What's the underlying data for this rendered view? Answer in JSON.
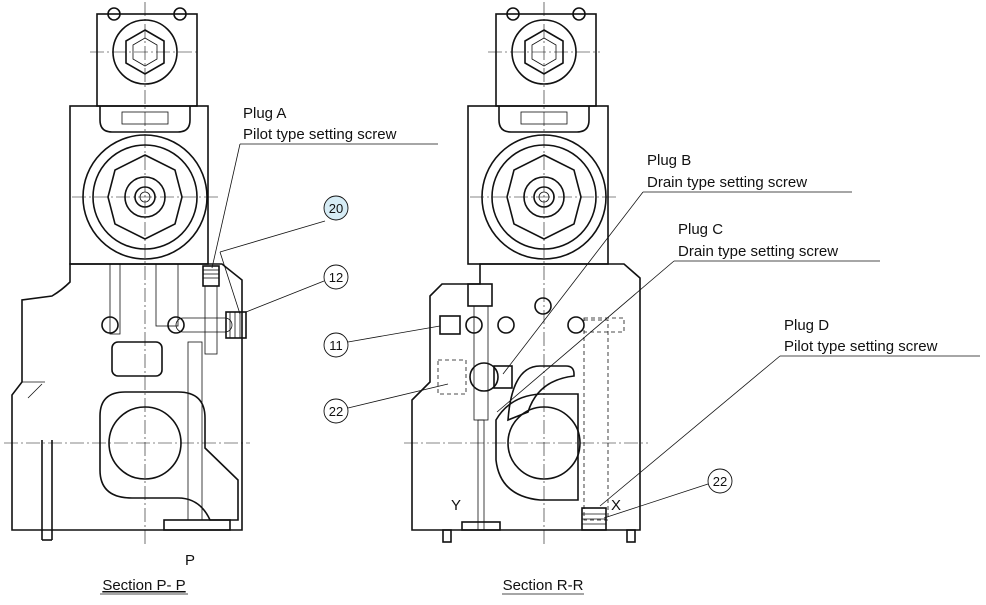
{
  "callouts": {
    "plug_a": "Plug A",
    "plug_a_desc": "Pilot type setting screw",
    "plug_b": "Plug B",
    "plug_b_desc": "Drain type setting screw",
    "plug_c": "Plug C",
    "plug_c_desc": "Drain type setting screw",
    "plug_d": "Plug D",
    "plug_d_desc": "Pilot type setting screw"
  },
  "balloons": {
    "b20": "20",
    "b12": "12",
    "b11": "11",
    "b22_left": "22",
    "b22_right": "22"
  },
  "port_labels": {
    "p": "P",
    "y": "Y",
    "x": "X"
  },
  "sections": {
    "left": "Section P- P",
    "right": "Section R-R"
  },
  "colors": {
    "highlight_balloon": "#d6ecf5",
    "line": "#111111"
  }
}
